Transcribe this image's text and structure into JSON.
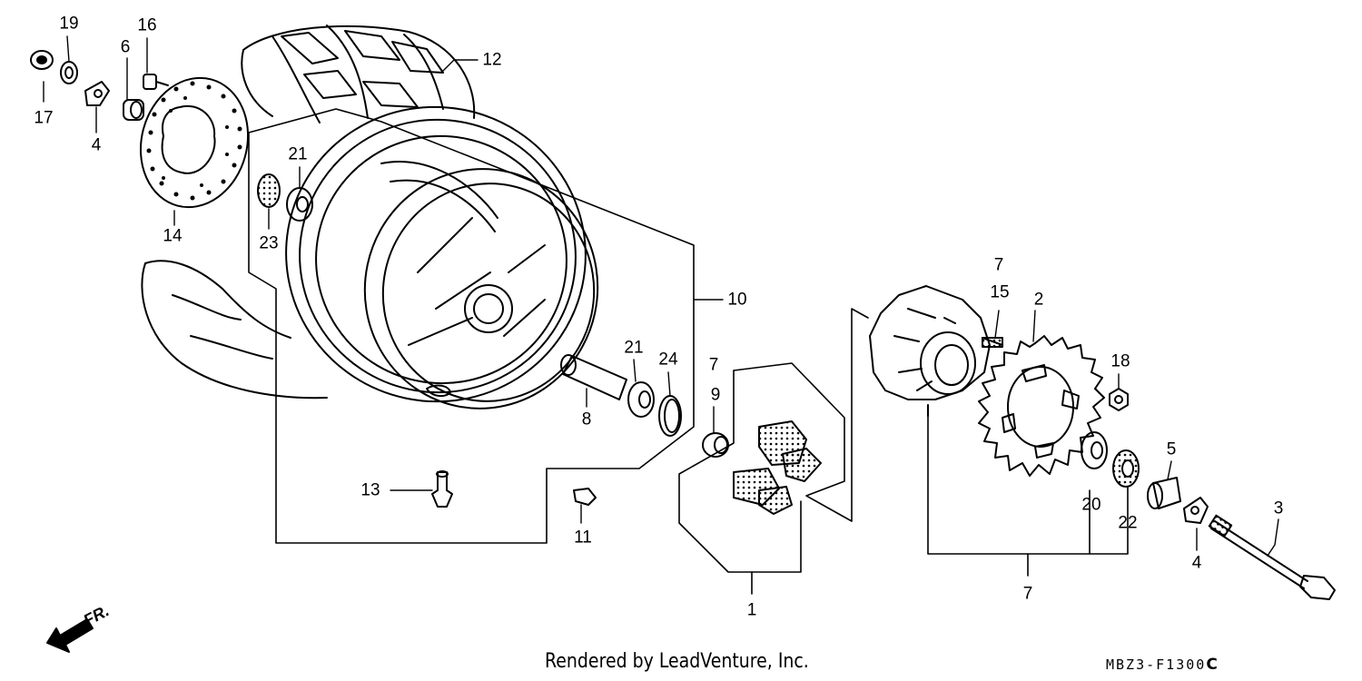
{
  "diagram": {
    "front_indicator": "FR.",
    "footer_credit": "Rendered by LeadVenture, Inc.",
    "drawing_code": "MBZ3-F1300",
    "drawing_code_suffix": "C",
    "callouts": {
      "c1": "1",
      "c2": "2",
      "c3": "3",
      "c4_left": "4",
      "c4_right": "4",
      "c5": "5",
      "c6": "6",
      "c7_hub_top": "7",
      "c7_damper": "7",
      "c7_bottom": "7",
      "c8": "8",
      "c9": "9",
      "c10": "10",
      "c11": "11",
      "c12": "12",
      "c13": "13",
      "c14": "14",
      "c15": "15",
      "c16": "16",
      "c17": "17",
      "c18": "18",
      "c19": "19",
      "c20": "20",
      "c21_left": "21",
      "c21_mid": "21",
      "c22": "22",
      "c23": "23",
      "c24": "24"
    }
  }
}
